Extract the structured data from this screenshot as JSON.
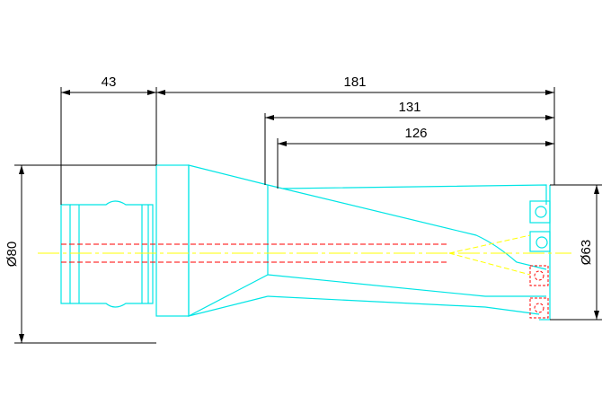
{
  "drawing": {
    "dimensions": {
      "d43": "43",
      "d181": "181",
      "d131": "131",
      "d126": "126",
      "dia80": "Ø80",
      "dia63": "Ø63"
    },
    "colors": {
      "outline": "#00e5e5",
      "dimension": "#000000",
      "center_line": "#ffff00",
      "hidden_line": "#ff0000",
      "background": "#ffffff"
    }
  }
}
